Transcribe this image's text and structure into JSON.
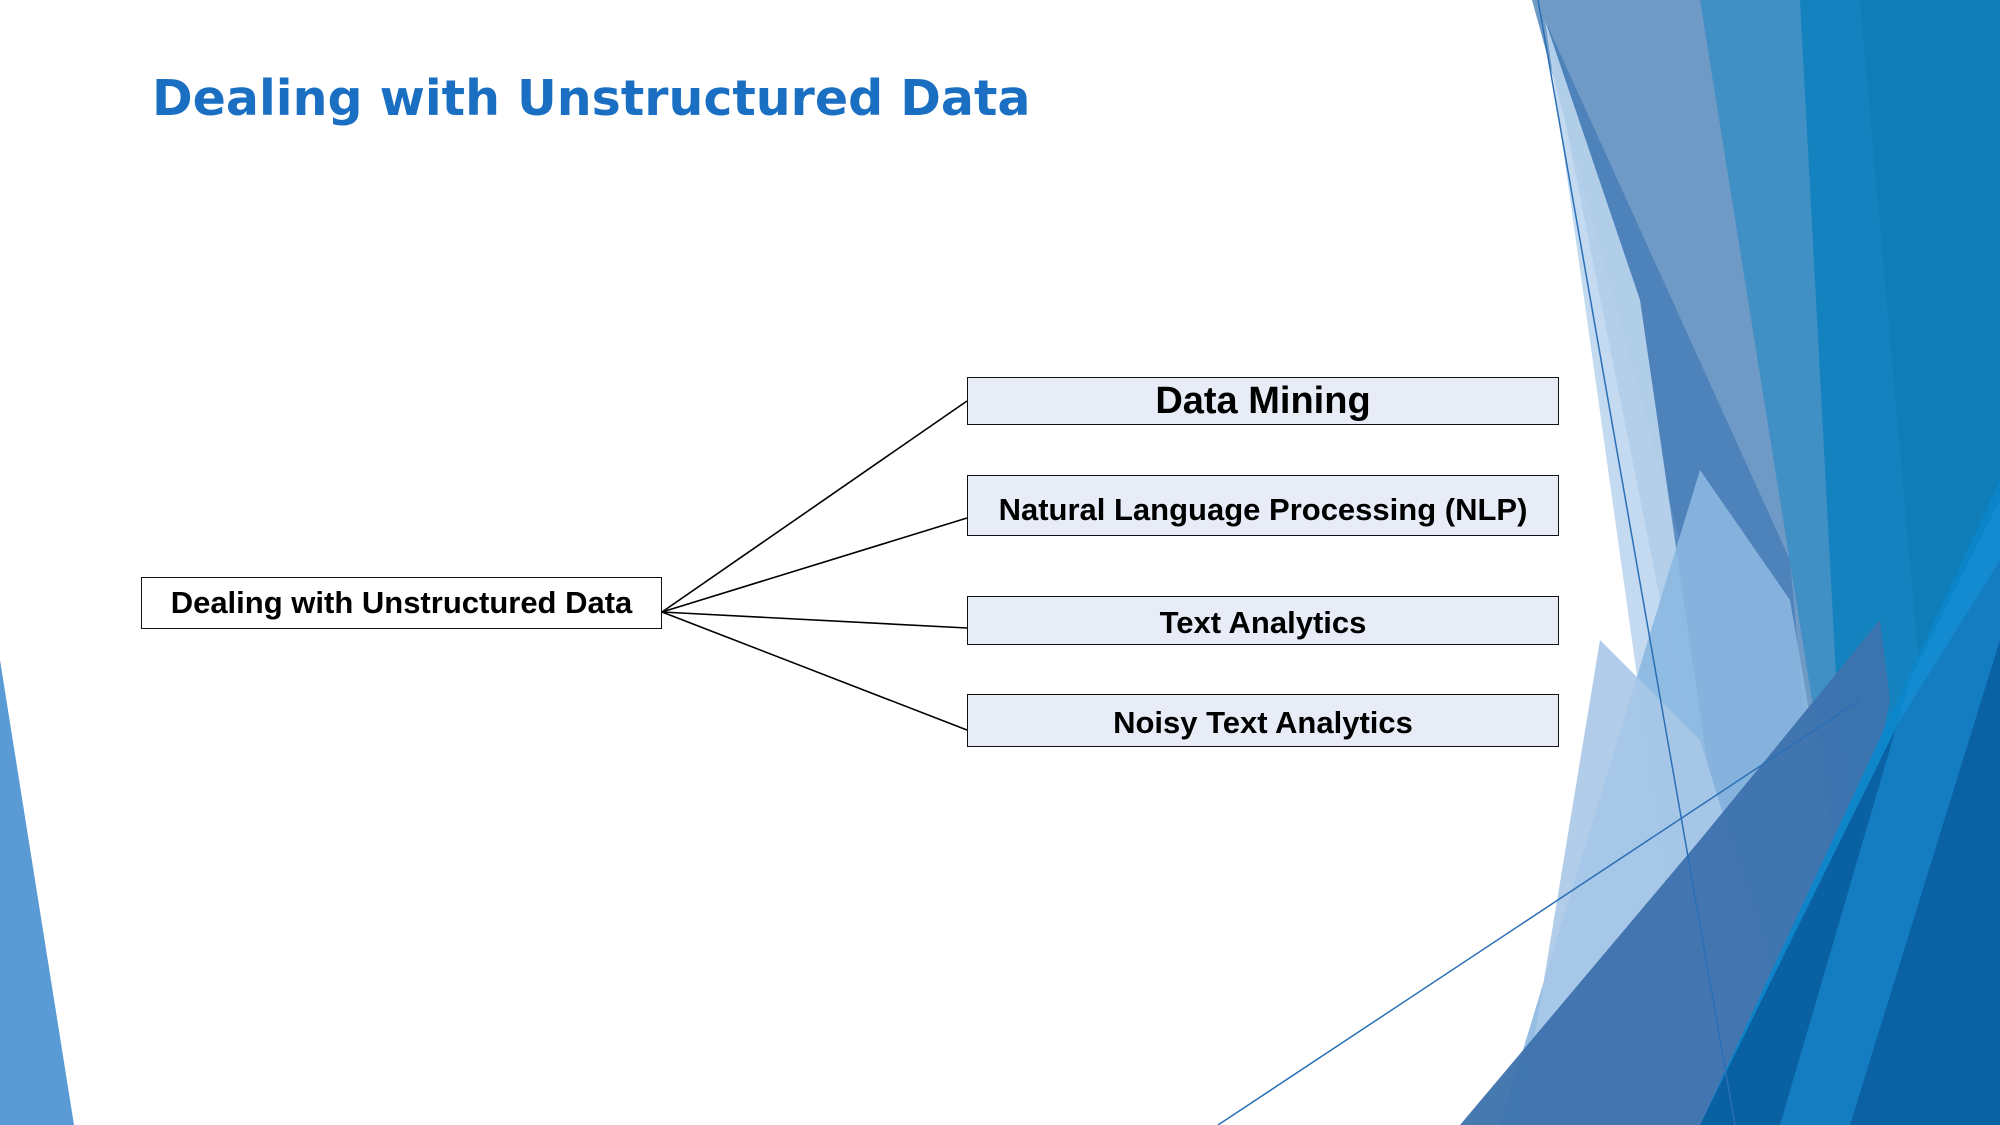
{
  "slide": {
    "title": "Dealing with Unstructured Data"
  },
  "diagram": {
    "root": "Dealing with Unstructured Data",
    "children": [
      "Data Mining",
      "Natural Language Processing (NLP)",
      "Text Analytics",
      "Noisy Text Analytics"
    ]
  },
  "colors": {
    "title": "#1a6fc2",
    "node_fill": "#e8ecf7",
    "node_border": "#111111",
    "theme_blue": "#1f6fb5"
  }
}
